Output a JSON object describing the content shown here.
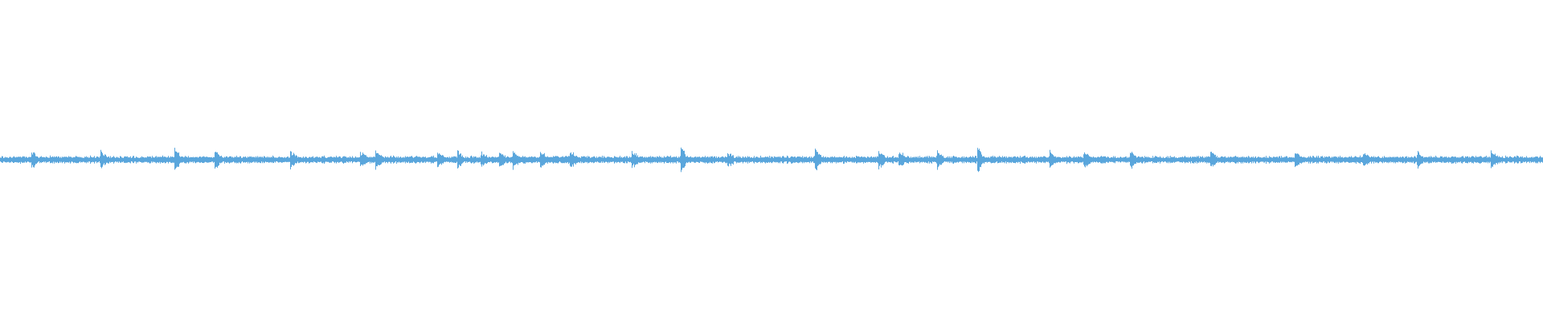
{
  "waveform": {
    "color": "#5aa6dc",
    "background": "#ffffff",
    "baseline_amplitude": 0.012,
    "transients": [
      0.02,
      0.065,
      0.113,
      0.139,
      0.188,
      0.233,
      0.243,
      0.283,
      0.296,
      0.311,
      0.323,
      0.332,
      0.35,
      0.369,
      0.409,
      0.441,
      0.471,
      0.528,
      0.569,
      0.582,
      0.607,
      0.633,
      0.68,
      0.702,
      0.732,
      0.784,
      0.839,
      0.883,
      0.918,
      0.966
    ],
    "peak_transients": [
      0.113,
      0.441,
      0.528,
      0.633
    ]
  }
}
